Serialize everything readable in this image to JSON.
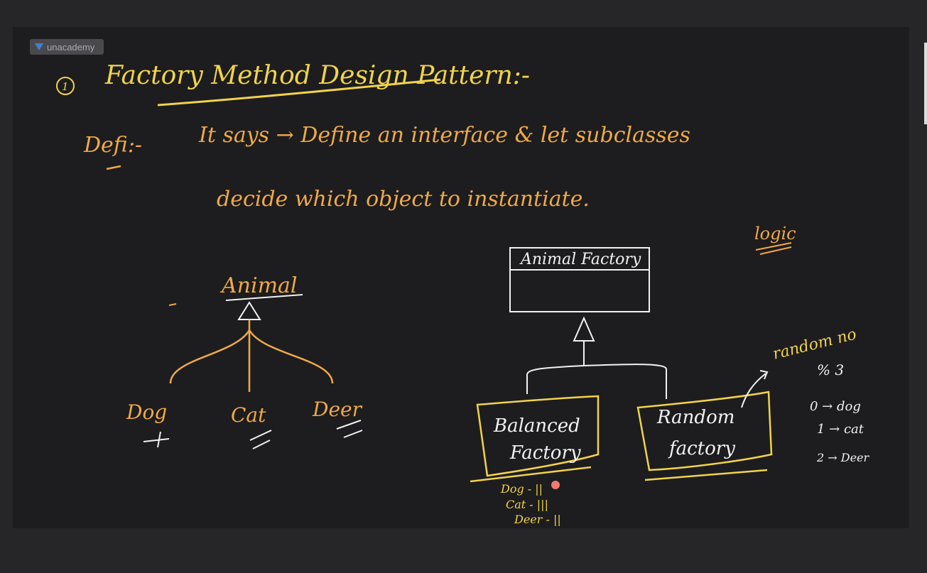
{
  "brand": {
    "name": "unacademy"
  },
  "colors": {
    "yellow": "#f1d34c",
    "orange": "#f0a948",
    "white": "#f2f2f2",
    "board": "#1d1d1f"
  },
  "notes": {
    "number": "1",
    "title": "Factory Method Design Pattern:-",
    "def_label": "Defi:-",
    "def_line1": "It says → Define an interface & let subclasses",
    "def_line2": "decide which object to instantiate.",
    "logic": "logic"
  },
  "diagram_left": {
    "parent": "Animal",
    "children": [
      "Dog",
      "Cat",
      "Deer"
    ]
  },
  "diagram_right": {
    "interface": "Animal Factory",
    "balanced": [
      "Balanced",
      "Factory"
    ],
    "random": [
      "Random",
      "factory"
    ],
    "counts": [
      "Dog - ||",
      "Cat - |||",
      "Deer - ||"
    ]
  },
  "random_note": {
    "title": "random no",
    "mod": "% 3",
    "map": [
      "0 → dog",
      "1 → cat",
      "2 → Deer"
    ]
  }
}
